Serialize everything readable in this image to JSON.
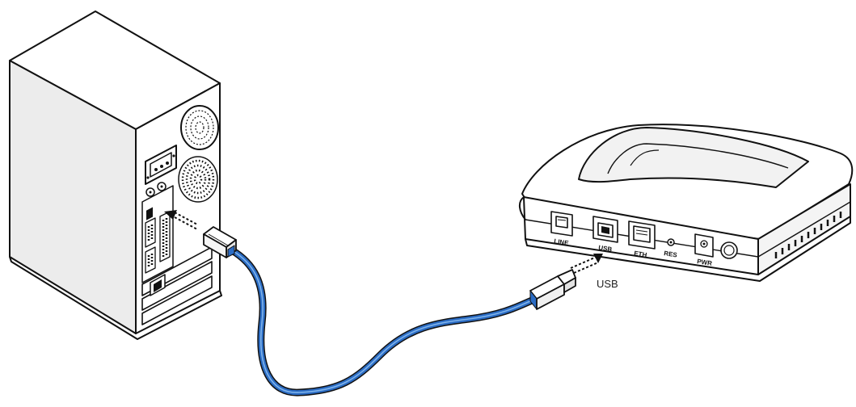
{
  "modem": {
    "ports": [
      {
        "id": "line",
        "label": "LINE"
      },
      {
        "id": "usb",
        "label": "USB"
      },
      {
        "id": "eth",
        "label": "ETH"
      },
      {
        "id": "reset",
        "label": "RES"
      },
      {
        "id": "power",
        "label": "PWR"
      }
    ]
  },
  "callout": {
    "usb_label": "USB"
  },
  "colors": {
    "cable": "#2b6cc4",
    "cable_highlight": "#7fb3ea",
    "line": "#111111",
    "fill": "#ffffff",
    "shade": "#e8e8e8"
  }
}
